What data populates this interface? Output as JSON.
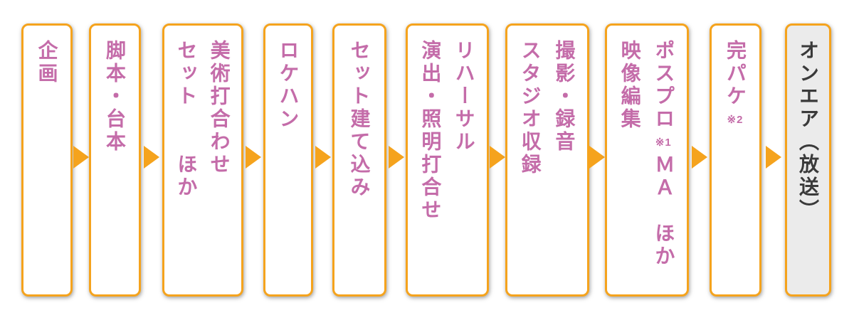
{
  "diagram": {
    "title": "TV program production flow",
    "colors": {
      "box_border": "#F5A31D",
      "arrow": "#F5A31D",
      "text_pink": "#C46CA9",
      "text_dark": "#3A3A3A",
      "box_bg": "#FFFFFF",
      "final_box_bg": "#EBEBEB",
      "page_bg": "#FFFFFF"
    },
    "steps": [
      {
        "id": "planning",
        "variant": "normal",
        "columns": [
          [
            {
              "t": "企画"
            }
          ]
        ]
      },
      {
        "id": "script",
        "variant": "normal",
        "columns": [
          [
            {
              "t": "脚本・台本"
            }
          ]
        ]
      },
      {
        "id": "art-meeting",
        "variant": "normal",
        "columns": [
          [
            {
              "t": "美術打合わせ"
            }
          ],
          [
            {
              "t": "セット　　ほか"
            }
          ]
        ]
      },
      {
        "id": "location-scouting",
        "variant": "normal",
        "columns": [
          [
            {
              "t": "ロケハン"
            }
          ]
        ]
      },
      {
        "id": "set-construction",
        "variant": "normal",
        "columns": [
          [
            {
              "t": "セット建て込み"
            }
          ]
        ]
      },
      {
        "id": "rehearsal",
        "variant": "normal",
        "columns": [
          [
            {
              "t": "リハーサル"
            }
          ],
          [
            {
              "t": "演出・照明打合せ"
            }
          ]
        ]
      },
      {
        "id": "studio-recording",
        "variant": "normal",
        "columns": [
          [
            {
              "t": "撮影・録音"
            }
          ],
          [
            {
              "t": "スタジオ収録"
            }
          ]
        ]
      },
      {
        "id": "post-production",
        "variant": "normal",
        "columns": [
          [
            {
              "t": "ポスプロ"
            },
            {
              "t": "※1",
              "small": true
            },
            {
              "t": "ＭＡ　ほか"
            }
          ],
          [
            {
              "t": "映像編集"
            }
          ]
        ]
      },
      {
        "id": "complete-package",
        "variant": "normal",
        "columns": [
          [
            {
              "t": "完パケ"
            },
            {
              "t": "※2",
              "small": true
            }
          ]
        ]
      },
      {
        "id": "on-air",
        "variant": "final",
        "columns": [
          [
            {
              "t": "オンエア（放送）"
            }
          ]
        ]
      }
    ]
  }
}
